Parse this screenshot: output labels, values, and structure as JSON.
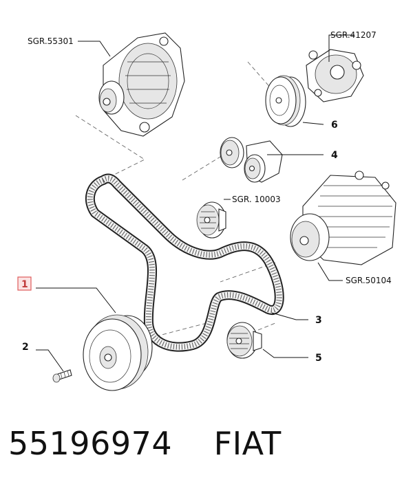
{
  "callouts": {
    "alternator": "SGR.55301",
    "steering_pump": "SGR.41207",
    "idler_ref": "SGR. 10003",
    "compressor": "SGR.50104",
    "item1": "1",
    "item2": "2",
    "item3": "3",
    "item4": "4",
    "item5": "5",
    "item6": "6"
  },
  "colors": {
    "highlight_box": "#e05a5a",
    "highlight_fill": "#fbe4e4"
  },
  "caption": {
    "part_number": "55196974",
    "brand": "FIAT"
  }
}
